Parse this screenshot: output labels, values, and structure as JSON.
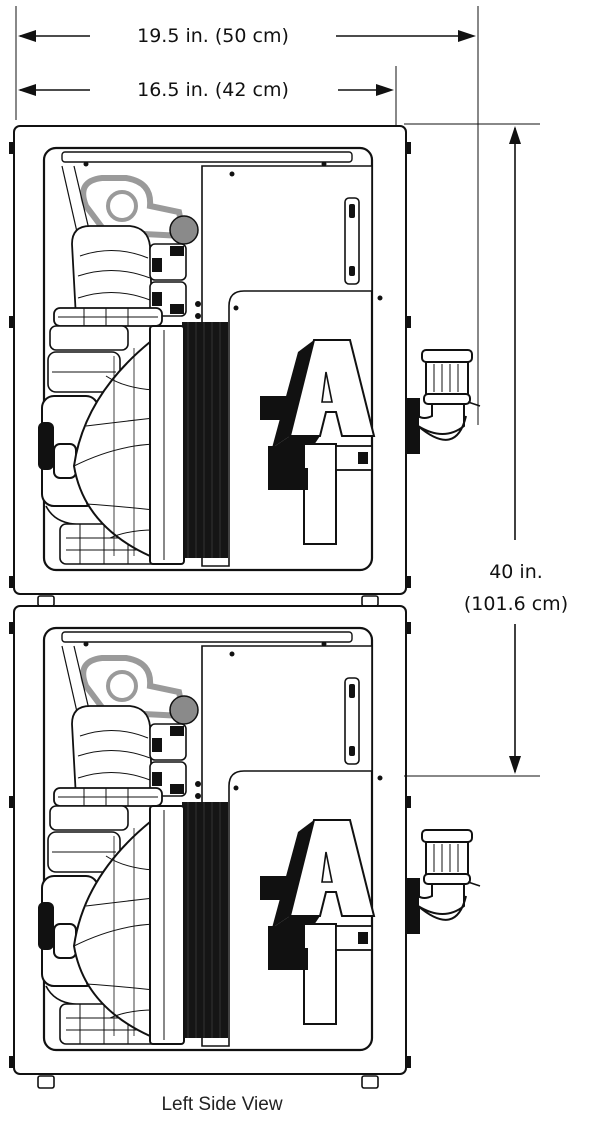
{
  "dimensions": {
    "overall_width": "19.5 in. (50 cm)",
    "cabinet_width": "16.5 in. (42 cm)",
    "height_line1": "40 in.",
    "height_line2": "(101.6 cm)"
  },
  "caption": "Left Side View",
  "logo_text": "A1",
  "units": [
    {
      "id": "upper-unit"
    },
    {
      "id": "lower-unit"
    }
  ]
}
